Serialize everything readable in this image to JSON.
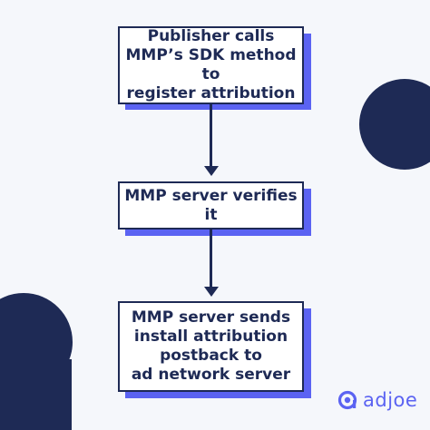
{
  "diagram": {
    "steps": [
      {
        "label": "Publisher calls\nMMP’s SDK method to\nregister attribution"
      },
      {
        "label": "MMP server verifies it"
      },
      {
        "label": "MMP server sends\ninstall attribution\npostback to\nad network server"
      }
    ]
  },
  "brand": {
    "name": "adjoe"
  },
  "colors": {
    "navy": "#1e2a55",
    "accent": "#5b63f2",
    "background": "#f5f7fb"
  }
}
